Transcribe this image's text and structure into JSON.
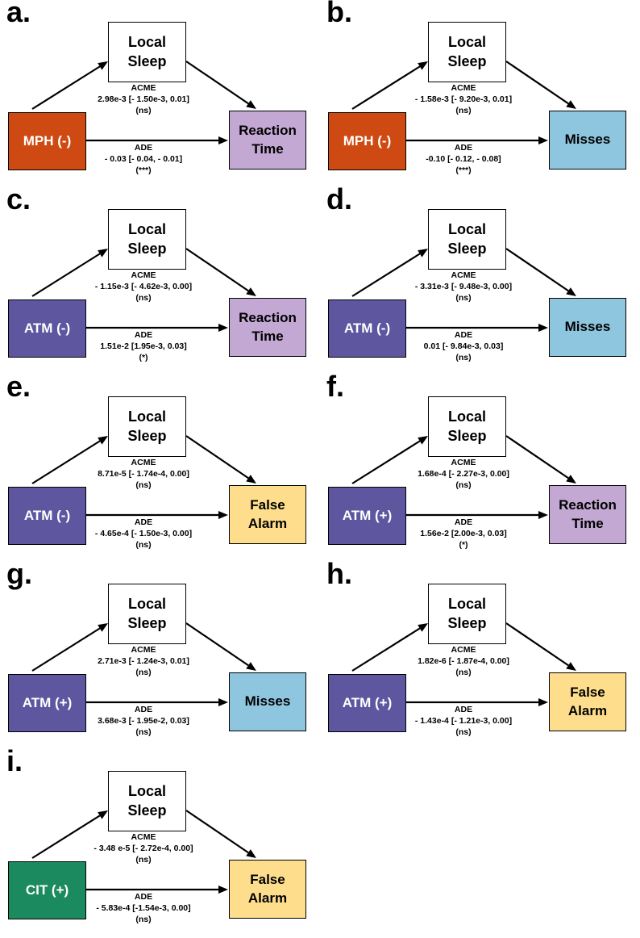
{
  "colors": {
    "MPH": "#cf4a12",
    "ATM": "#5f56a0",
    "CIT": "#1b8a5e",
    "Reaction Time": "#c2a8d3",
    "Misses": "#8ec5df",
    "False Alarm": "#fede8d"
  },
  "panels": [
    {
      "label": "a.",
      "mediator": "Local Sleep",
      "treatment": "MPH (-)",
      "treatment_color": "MPH",
      "outcome": "Reaction Time",
      "acme_label": "ACME",
      "acme_value": "2.98e-3 [- 1.50e-3, 0.01]",
      "acme_sig": "(ns)",
      "ade_label": "ADE",
      "ade_value": "- 0.03 [- 0.04, - 0.01]",
      "ade_sig": "(***)"
    },
    {
      "label": "b.",
      "mediator": "Local Sleep",
      "treatment": "MPH (-)",
      "treatment_color": "MPH",
      "outcome": "Misses",
      "acme_label": "ACME",
      "acme_value": "- 1.58e-3 [- 9.20e-3, 0.01]",
      "acme_sig": "(ns)",
      "ade_label": "ADE",
      "ade_value": "-0.10 [- 0.12, - 0.08]",
      "ade_sig": "(***)"
    },
    {
      "label": "c.",
      "mediator": "Local Sleep",
      "treatment": "ATM (-)",
      "treatment_color": "ATM",
      "outcome": "Reaction Time",
      "acme_label": "ACME",
      "acme_value": "- 1.15e-3 [- 4.62e-3, 0.00]",
      "acme_sig": "(ns)",
      "ade_label": "ADE",
      "ade_value": "1.51e-2 [1.95e-3, 0.03]",
      "ade_sig": "(*)"
    },
    {
      "label": "d.",
      "mediator": "Local Sleep",
      "treatment": "ATM (-)",
      "treatment_color": "ATM",
      "outcome": "Misses",
      "acme_label": "ACME",
      "acme_value": "- 3.31e-3 [- 9.48e-3, 0.00]",
      "acme_sig": "(ns)",
      "ade_label": "ADE",
      "ade_value": "0.01 [- 9.84e-3, 0.03]",
      "ade_sig": "(ns)"
    },
    {
      "label": "e.",
      "mediator": "Local Sleep",
      "treatment": "ATM (-)",
      "treatment_color": "ATM",
      "outcome": "False Alarm",
      "acme_label": "ACME",
      "acme_value": "8.71e-5 [- 1.74e-4, 0.00]",
      "acme_sig": "(ns)",
      "ade_label": "ADE",
      "ade_value": "- 4.65e-4 [- 1.50e-3, 0.00]",
      "ade_sig": "(ns)"
    },
    {
      "label": "f.",
      "mediator": "Local Sleep",
      "treatment": "ATM (+)",
      "treatment_color": "ATM",
      "outcome": "Reaction Time",
      "acme_label": "ACME",
      "acme_value": "1.68e-4 [- 2.27e-3, 0.00]",
      "acme_sig": "(ns)",
      "ade_label": "ADE",
      "ade_value": "1.56e-2 [2.00e-3, 0.03]",
      "ade_sig": "(*)"
    },
    {
      "label": "g.",
      "mediator": "Local Sleep",
      "treatment": "ATM (+)",
      "treatment_color": "ATM",
      "outcome": "Misses",
      "acme_label": "ACME",
      "acme_value": "2.71e-3 [- 1.24e-3, 0.01]",
      "acme_sig": "(ns)",
      "ade_label": "ADE",
      "ade_value": "3.68e-3 [- 1.95e-2, 0.03]",
      "ade_sig": "(ns)"
    },
    {
      "label": "h.",
      "mediator": "Local Sleep",
      "treatment": "ATM (+)",
      "treatment_color": "ATM",
      "outcome": "False Alarm",
      "acme_label": "ACME",
      "acme_value": "1.82e-6 [- 1.87e-4, 0.00]",
      "acme_sig": "(ns)",
      "ade_label": "ADE",
      "ade_value": "- 1.43e-4 [- 1.21e-3, 0.00]",
      "ade_sig": "(ns)"
    },
    {
      "label": "i.",
      "mediator": "Local Sleep",
      "treatment": "CIT (+)",
      "treatment_color": "CIT",
      "outcome": "False Alarm",
      "acme_label": "ACME",
      "acme_value": "- 3.48 e-5 [- 2.72e-4, 0.00]",
      "acme_sig": "(ns)",
      "ade_label": "ADE",
      "ade_value": "- 5.83e-4 [-1.54e-3, 0.00]",
      "ade_sig": "(ns)"
    }
  ]
}
